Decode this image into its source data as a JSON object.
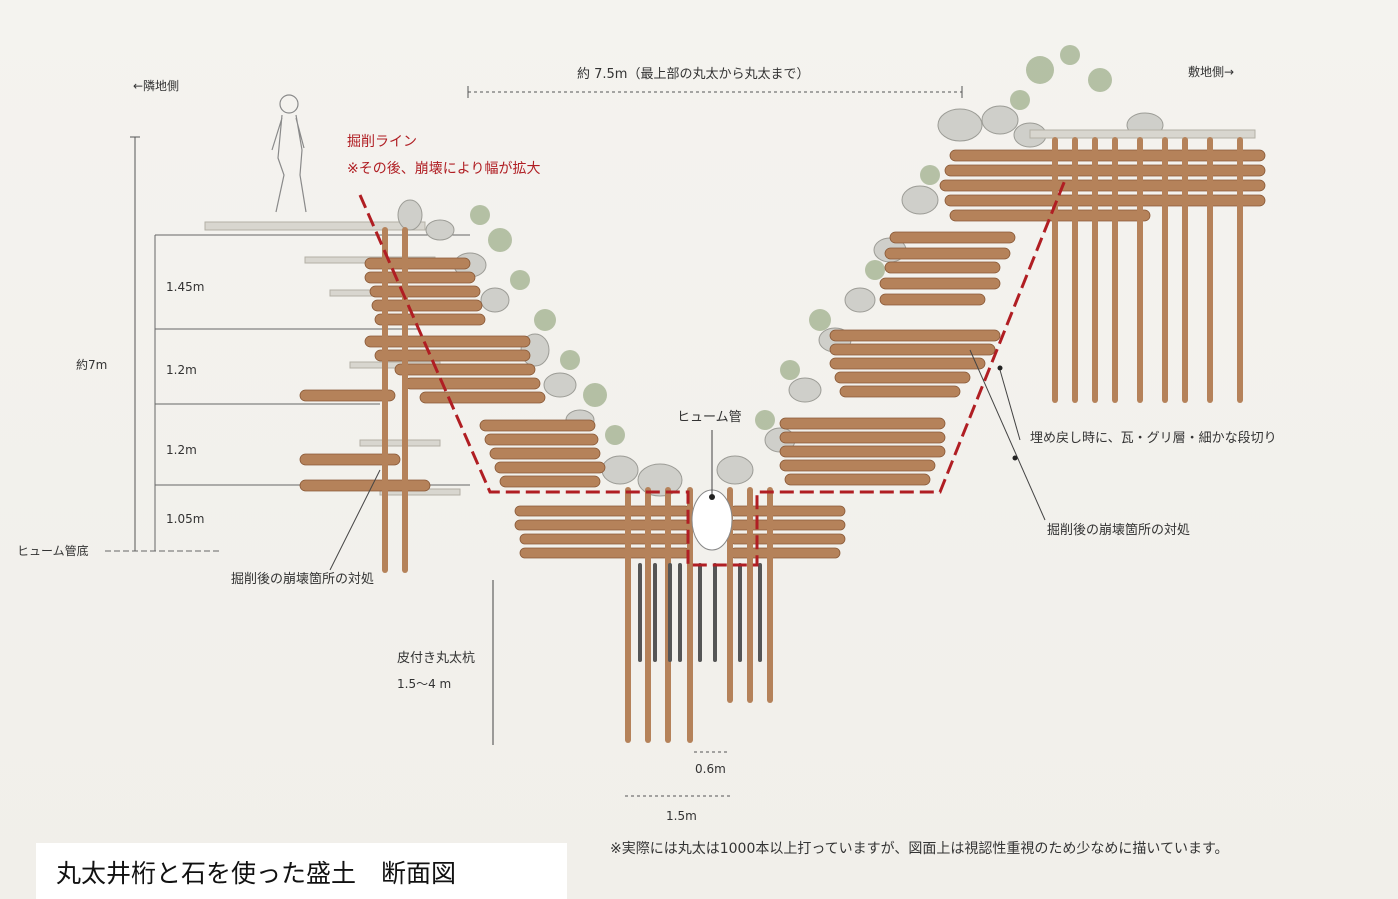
{
  "labels": {
    "neighbor_side": "←隣地側",
    "site_side": "敷地側→",
    "top_width": "約 7.5m（最上部の丸太から丸太まで）",
    "excavation_line": "掘削ライン",
    "excavation_note": "※その後、崩壊により幅が拡大",
    "height_1": "1.45m",
    "height_2": "1.2m",
    "height_3": "1.2m",
    "height_4": "1.05m",
    "total_height": "約7m",
    "pipe_bottom": "ヒューム管底",
    "hume_pipe": "ヒューム管",
    "collapse_left": "掘削後の崩壊箇所の対処",
    "collapse_right": "掘削後の崩壊箇所の対処",
    "backfill": "埋め戻し時に、瓦・グリ層・細かな段切り",
    "stake_name": "皮付き丸太杭",
    "stake_length": "1.5～4 m",
    "width_06": "0.6m",
    "width_15": "1.5m"
  },
  "footnote": "※実際には丸太は1000本以上打っていますが、図面上は視認性重視のため少なめに描いています。",
  "title": "丸太井桁と石を使った盛土　断面図",
  "colors": {
    "log": "#b5825a",
    "log_dark": "#8a5a38",
    "excavation": "#b01e23",
    "stone": "#c9c9c4",
    "plant": "#8fa07a"
  }
}
